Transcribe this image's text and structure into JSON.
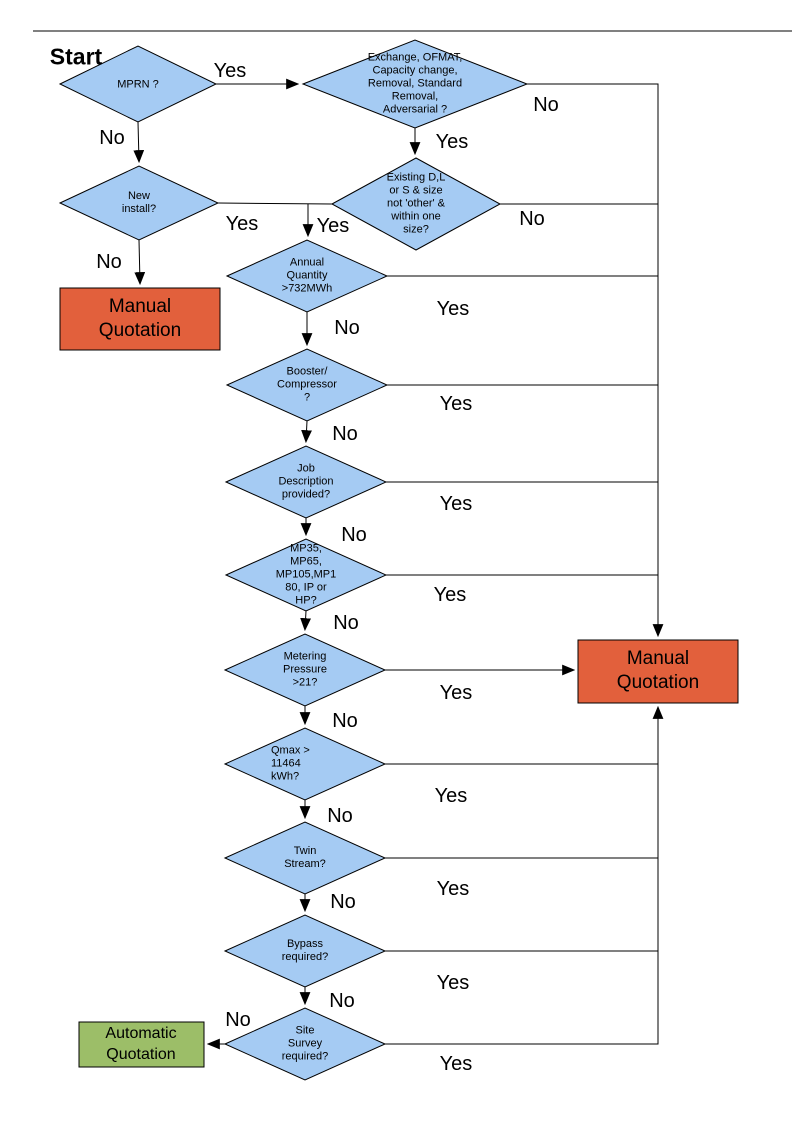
{
  "title": "Start",
  "colors": {
    "background": "#FFFFFF",
    "decision_fill": "#A5CBF3",
    "decision_border": "#000000",
    "manual_fill": "#E2603C",
    "auto_fill": "#9CBE68",
    "line": "#000000",
    "text": "#000000"
  },
  "nodes": {
    "mprn": {
      "type": "decision",
      "label": "MPRN ?"
    },
    "exchange": {
      "type": "decision",
      "label": "Exchange, OFMAT,\nCapacity change,\nRemoval, Standard\nRemoval,\nAdversarial ?"
    },
    "new_install": {
      "type": "decision",
      "label": "New\ninstall?"
    },
    "existing_size": {
      "type": "decision",
      "label": "Existing D,L\nor S & size\nnot 'other' &\nwithin one\nsize?"
    },
    "annual_quantity": {
      "type": "decision",
      "label": "Annual\nQuantity\n>732MWh"
    },
    "booster": {
      "type": "decision",
      "label": "Booster/\nCompressor\n?"
    },
    "job_description": {
      "type": "decision",
      "label": "Job\nDescription\nprovided?"
    },
    "pressure_tier": {
      "type": "decision",
      "label": "MP35,\nMP65,\nMP105,MP1\n80, IP or\nHP?"
    },
    "metering_pressure": {
      "type": "decision",
      "label": "Metering\nPressure\n>21?"
    },
    "qmax": {
      "type": "decision",
      "label": "Qmax >\n11464\nkWh?"
    },
    "twin_stream": {
      "type": "decision",
      "label": "Twin\nStream?"
    },
    "bypass": {
      "type": "decision",
      "label": "Bypass\nrequired?"
    },
    "site_survey": {
      "type": "decision",
      "label": "Site\nSurvey\nrequired?"
    },
    "manual_quotation_left": {
      "type": "outcome",
      "label": "Manual\nQuotation"
    },
    "manual_quotation_right": {
      "type": "outcome",
      "label": "Manual\nQuotation"
    },
    "automatic_quotation": {
      "type": "outcome",
      "label": "Automatic\nQuotation"
    }
  },
  "edges": [
    {
      "id": "mprn-yes",
      "from": "mprn",
      "to": "exchange",
      "label": "Yes"
    },
    {
      "id": "mprn-no",
      "from": "mprn",
      "to": "new_install",
      "label": "No"
    },
    {
      "id": "exchange-yes",
      "from": "exchange",
      "to": "existing_size",
      "label": "Yes"
    },
    {
      "id": "exchange-no",
      "from": "exchange",
      "to": "manual_quotation_right",
      "label": "No"
    },
    {
      "id": "new-install-yes",
      "from": "new_install",
      "to": "annual_quantity",
      "label": "Yes"
    },
    {
      "id": "new-install-no",
      "from": "new_install",
      "to": "manual_quotation_left",
      "label": "No"
    },
    {
      "id": "existing-yes",
      "from": "existing_size",
      "to": "annual_quantity",
      "label": "Yes"
    },
    {
      "id": "existing-no",
      "from": "existing_size",
      "to": "manual_quotation_right",
      "label": "No"
    },
    {
      "id": "annual-quantity-yes",
      "from": "annual_quantity",
      "to": "manual_quotation_right",
      "label": "Yes"
    },
    {
      "id": "annual-quantity-no",
      "from": "annual_quantity",
      "to": "booster",
      "label": "No"
    },
    {
      "id": "booster-yes",
      "from": "booster",
      "to": "manual_quotation_right",
      "label": "Yes"
    },
    {
      "id": "booster-no",
      "from": "booster",
      "to": "job_description",
      "label": "No"
    },
    {
      "id": "job-description-yes",
      "from": "job_description",
      "to": "manual_quotation_right",
      "label": "Yes"
    },
    {
      "id": "job-description-no",
      "from": "job_description",
      "to": "pressure_tier",
      "label": "No"
    },
    {
      "id": "pressure-tier-yes",
      "from": "pressure_tier",
      "to": "manual_quotation_right",
      "label": "Yes"
    },
    {
      "id": "pressure-tier-no",
      "from": "pressure_tier",
      "to": "metering_pressure",
      "label": "No"
    },
    {
      "id": "metering-pressure-yes",
      "from": "metering_pressure",
      "to": "manual_quotation_right",
      "label": "Yes"
    },
    {
      "id": "metering-pressure-no",
      "from": "metering_pressure",
      "to": "qmax",
      "label": "No"
    },
    {
      "id": "qmax-yes",
      "from": "qmax",
      "to": "manual_quotation_right",
      "label": "Yes"
    },
    {
      "id": "qmax-no",
      "from": "qmax",
      "to": "twin_stream",
      "label": "No"
    },
    {
      "id": "twin-stream-yes",
      "from": "twin_stream",
      "to": "manual_quotation_right",
      "label": "Yes"
    },
    {
      "id": "twin-stream-no",
      "from": "twin_stream",
      "to": "bypass",
      "label": "No"
    },
    {
      "id": "bypass-yes",
      "from": "bypass",
      "to": "manual_quotation_right",
      "label": "Yes"
    },
    {
      "id": "bypass-no",
      "from": "bypass",
      "to": "site_survey",
      "label": "No"
    },
    {
      "id": "site-survey-no",
      "from": "site_survey",
      "to": "automatic_quotation",
      "label": "No"
    },
    {
      "id": "site-survey-yes",
      "from": "site_survey",
      "to": "manual_quotation_right",
      "label": "Yes"
    }
  ]
}
